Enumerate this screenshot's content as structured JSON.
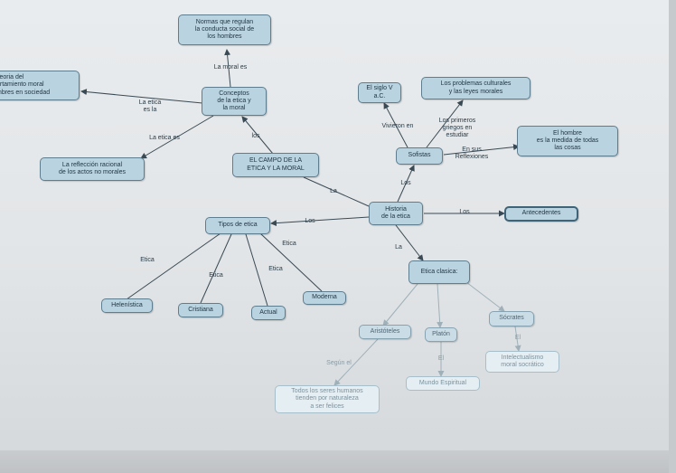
{
  "nodes": {
    "normas": "Normas que regulan\nla conducta social de\nlos hombres",
    "teoria": "Teoria del\nortamiento moral\nmbres en sociedad",
    "conceptos": "Conceptos\nde la etica y\nla moral",
    "reflexion": "La reflección racional\nde los actos no morales",
    "campo": "EL CAMPO DE LA\nETICA Y LA MORAL",
    "siglo": "El siglo V\na.C.",
    "problemas": "Los problemas culturales\ny las leyes morales",
    "hombre": "El hombre\nes la medida de todas\nlas cosas",
    "sofistas": "Sofistas",
    "historia": "Historia\nde la etica",
    "antecedentes": "Antecedentes",
    "tipos": "Tipos de etica",
    "helenistica": "Helenística",
    "cristiana": "Cristiana",
    "actual": "Actual",
    "moderna": "Moderna",
    "clasica": "Etica clasica:",
    "aristoteles": "Aristóteles",
    "platon": "Platón",
    "socrates": "Sócrates",
    "intelectualismo": "Intelectualismo\nmoral socrático",
    "mundo": "Mundo Espiritual",
    "todos": "Todos los seres humanos\ntienden por naturaleza\na ser felices"
  },
  "labels": {
    "moral_es": "La moral es",
    "etica_es_la": "La etica\nes la",
    "etica_es": "La etica es",
    "los_top": "los",
    "la_campo": "La",
    "los_tipos": "Los",
    "etica_1": "Etica",
    "etica_2": "Etica",
    "etica_3": "Etica",
    "etica_4": "Etica",
    "la_clasica": "La",
    "los_sofistas": "Los",
    "vivieron": "Vivieron en",
    "primeros": "Los primeros\ngriegos en\nestudiar",
    "reflexiones": "En sus\nReflexiones",
    "los_antecedentes": "Los",
    "segun": "Según el",
    "el_platon": "El",
    "el_socrates": "El"
  },
  "colors": {
    "node_fill": "#b9d3e0",
    "node_border": "#5e7e90",
    "link": "#3a4a54",
    "faint_link": "#9fb0b9"
  }
}
